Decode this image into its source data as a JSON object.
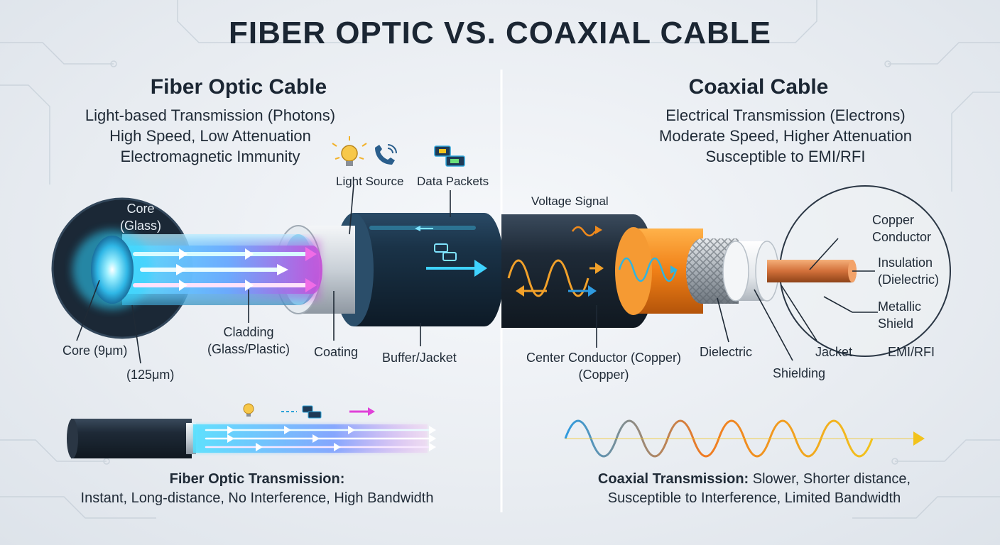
{
  "title": "FIBER OPTIC VS. COAXIAL CABLE",
  "fiber": {
    "heading": "Fiber Optic Cable",
    "features": [
      "Light-based Transmission (Photons)",
      "High Speed, Low Attenuation",
      "Electromagnetic Immunity"
    ],
    "labels": {
      "core_glass_1": "Core",
      "core_glass_2": "(Glass)",
      "core_size": "Core (9μm)",
      "cladding_size": "(125μm)",
      "cladding_1": "Cladding",
      "cladding_2": "(Glass/Plastic)",
      "coating": "Coating",
      "buffer_jacket": "Buffer/Jacket",
      "light_source": "Light Source",
      "data_packets": "Data Packets"
    },
    "transmission": {
      "label": "Fiber Optic Transmission:",
      "text": "Instant, Long-distance, No Interference, High Bandwidth"
    }
  },
  "coax": {
    "heading": "Coaxial Cable",
    "features": [
      "Electrical Transmission (Electrons)",
      "Moderate Speed, Higher Attenuation",
      "Susceptible to EMI/RFI"
    ],
    "labels": {
      "voltage_signal": "Voltage Signal",
      "center_conductor_1": "Center Conductor (Copper)",
      "center_conductor_2": "(Copper)",
      "dielectric": "Dielectric",
      "shielding": "Shielding",
      "jacket": "Jacket",
      "emi_rfi": "EMI/RFI",
      "copper_conductor_1": "Copper",
      "copper_conductor_2": "Conductor",
      "insulation_1": "Insulation",
      "insulation_2": "(Dielectric)",
      "metallic_shield_1": "Metallic",
      "metallic_shield_2": "Shield"
    },
    "transmission": {
      "label": "Coaxial Transmission:",
      "text_1": " Slower, Shorter distance,",
      "text_2": "Susceptible to Interference, Limited Bandwidth"
    }
  },
  "colors": {
    "fiber_cyan": "#2fd4ff",
    "fiber_magenta": "#e040d8",
    "coax_orange": "#f08a1c",
    "coax_copper": "#d9773a",
    "jacket_dark": "#1c2733",
    "coax_blue_wave": "#2f9be0",
    "coax_yellow_wave": "#f2c31c"
  },
  "icons": [
    "lightbulb-icon",
    "phone-icon",
    "data-packet-icon"
  ]
}
